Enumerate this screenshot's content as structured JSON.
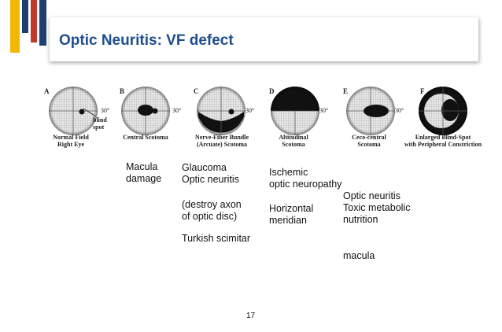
{
  "slide": {
    "title": "Optic Neuritis: VF defect",
    "page_number": "17",
    "accent_colors": {
      "gold": "#F2B705",
      "navy": "#1F3F73",
      "red": "#C0392B",
      "title": "#1F4E8C"
    }
  },
  "figure": {
    "panels": [
      {
        "letter": "A",
        "degree": "30°",
        "caption": [
          "Normal Field",
          "Right Eye"
        ],
        "annotation": [
          "blind",
          "spot"
        ]
      },
      {
        "letter": "B",
        "degree": "30°",
        "caption": [
          "Central Scotoma"
        ]
      },
      {
        "letter": "C",
        "degree": "30°",
        "caption": [
          "Nerve-Fiber Bundle",
          "(Arcuate) Scotoma"
        ]
      },
      {
        "letter": "D",
        "degree": "30°",
        "caption": [
          "Altitudinal",
          "Scotoma"
        ]
      },
      {
        "letter": "E",
        "degree": "30°",
        "caption": [
          "Ceco-central",
          "Scotoma"
        ]
      },
      {
        "letter": "F",
        "degree": "",
        "caption": [
          "Enlarged Blind-Spot",
          "with Peripheral Constriction"
        ]
      }
    ]
  },
  "notes": {
    "col1": [
      "Macula",
      "damage"
    ],
    "col2a": [
      "Glaucoma",
      "Optic neuritis"
    ],
    "col2b": [
      "(destroy axon",
      "of optic disc)"
    ],
    "col2c": [
      "Turkish scimitar"
    ],
    "col3a": [
      "Ischemic",
      "optic neuropathy"
    ],
    "col3b": [
      "Horizontal",
      "meridian"
    ],
    "col4a": [
      "Optic neuritis",
      "Toxic metabolic",
      "nutrition"
    ],
    "col4b": [
      "macula"
    ]
  }
}
